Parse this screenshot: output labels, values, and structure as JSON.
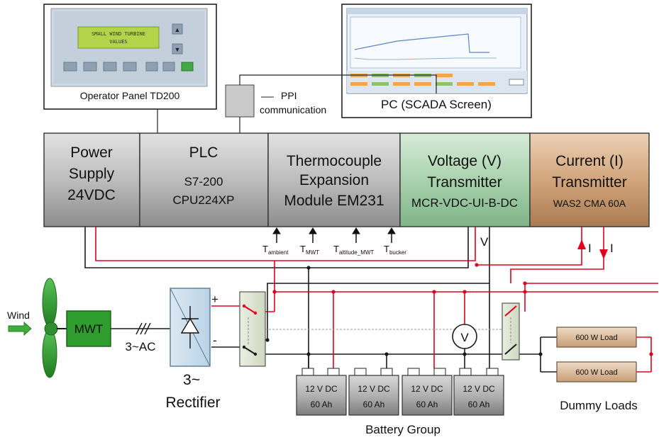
{
  "panel": {
    "label": "Operator Panel TD200",
    "lcd_line1": "SMALL WIND TURBINE",
    "lcd_line2": "VALUES"
  },
  "pc": {
    "label": "PC (SCADA Screen)"
  },
  "ppi": {
    "line1": "PPI",
    "line2": "communication"
  },
  "modules": {
    "power_supply": {
      "line1": "Power",
      "line2": "Supply",
      "line3": "24VDC"
    },
    "plc": {
      "title": "PLC",
      "line2": "S7-200",
      "line3": "CPU224XP"
    },
    "thermo": {
      "line1": "Thermocouple",
      "line2": "Expansion",
      "line3": "Module EM231"
    },
    "voltage": {
      "line1": "Voltage (V)",
      "line2": "Transmitter",
      "line3": "MCR-VDC-UI-B-DC"
    },
    "current": {
      "line1": "Current (I)",
      "line2": "Transmitter",
      "line3": "WAS2 CMA 60A"
    }
  },
  "sensors": [
    {
      "main": "T",
      "sub": "ambient"
    },
    {
      "main": "T",
      "sub": "MWT"
    },
    {
      "main": "T",
      "sub": "altitude_MWT"
    },
    {
      "main": "T",
      "sub": "bucker"
    }
  ],
  "signals": {
    "v": "V",
    "i_up": "I",
    "i_down": "I"
  },
  "wind": {
    "label": "Wind"
  },
  "turbine": {
    "label": "MWT"
  },
  "ac": {
    "label": "3~AC"
  },
  "rectifier": {
    "line1": "3~",
    "line2": "Rectifier",
    "plus": "+",
    "minus": "-"
  },
  "voltmeter": {
    "label": "V"
  },
  "batteries": [
    {
      "voltage": "12 V DC",
      "capacity": "60 Ah"
    },
    {
      "voltage": "12 V DC",
      "capacity": "60 Ah"
    },
    {
      "voltage": "12 V DC",
      "capacity": "60 Ah"
    },
    {
      "voltage": "12 V DC",
      "capacity": "60 Ah"
    }
  ],
  "battery_group": {
    "label": "Battery Group"
  },
  "loads": [
    {
      "label": "600 W Load"
    },
    {
      "label": "600 W Load"
    }
  ],
  "dummy_loads": {
    "label": "Dummy Loads"
  },
  "colors": {
    "wire_red": "#e3001b",
    "wire_black": "#1a1a1a",
    "turbine_green": "#2e9d2e",
    "voltage_module": "#9fd0a8",
    "current_module": "#c99c72"
  }
}
